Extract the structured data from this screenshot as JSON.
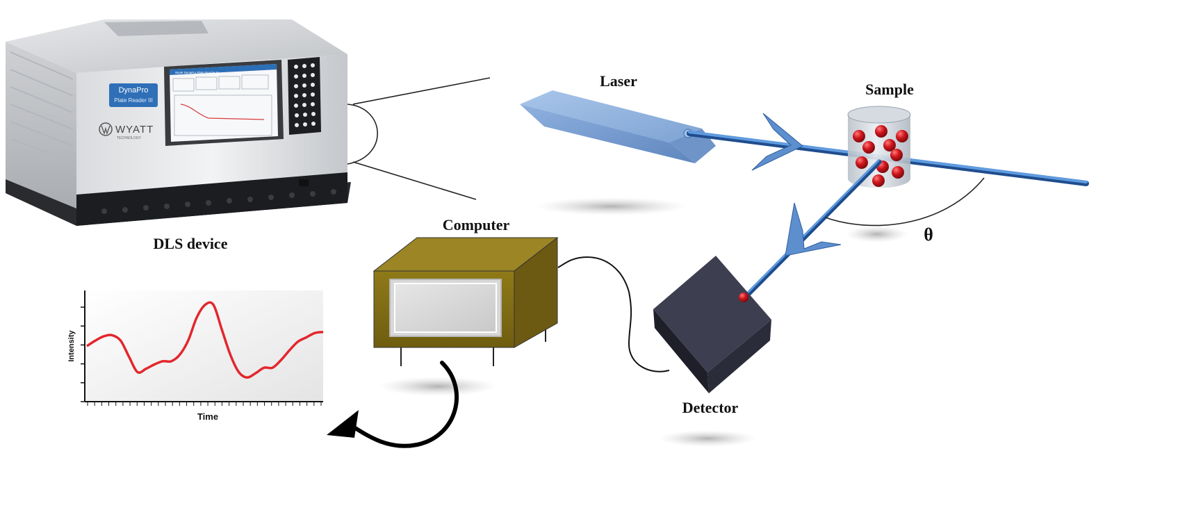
{
  "labels": {
    "dls_device": "DLS device",
    "laser": "Laser",
    "sample": "Sample",
    "computer": "Computer",
    "detector": "Detector",
    "theta": "θ"
  },
  "device": {
    "brand_line1": "DynaPro",
    "brand_line2": "Plate Reader III",
    "logo_text": "WYATT",
    "logo_sub": "TECHNOLOGY",
    "screen_title": "Wyatt DynaPro Plate Reader III"
  },
  "chart_data": {
    "type": "line",
    "title": "",
    "xlabel": "Time",
    "ylabel": "Intensity",
    "x": [
      0,
      1,
      2,
      3,
      4,
      5,
      6,
      7,
      8,
      9,
      10,
      11,
      12,
      13,
      14,
      15,
      16,
      17,
      18,
      19,
      20,
      21,
      22,
      23,
      24,
      25,
      26,
      27,
      28
    ],
    "series": [
      {
        "values": [
          50,
          55,
          59,
          60,
          55,
          40,
          26,
          29,
          33,
          36,
          36,
          42,
          55,
          76,
          88,
          88,
          65,
          42,
          26,
          21,
          25,
          30,
          30,
          37,
          46,
          54,
          58,
          62,
          63
        ],
        "color": "#e3262c"
      }
    ],
    "xlim": [
      0,
      28
    ],
    "ylim": [
      0,
      100
    ],
    "grid": false,
    "x_ticks": 34,
    "y_ticks": 6
  },
  "colors": {
    "laser_beam": "#3f7fc9",
    "particles": "#d0161d",
    "computer_frame": "#8a7314",
    "detector_body": "#2b2d3a",
    "curve": "#e3262c"
  }
}
